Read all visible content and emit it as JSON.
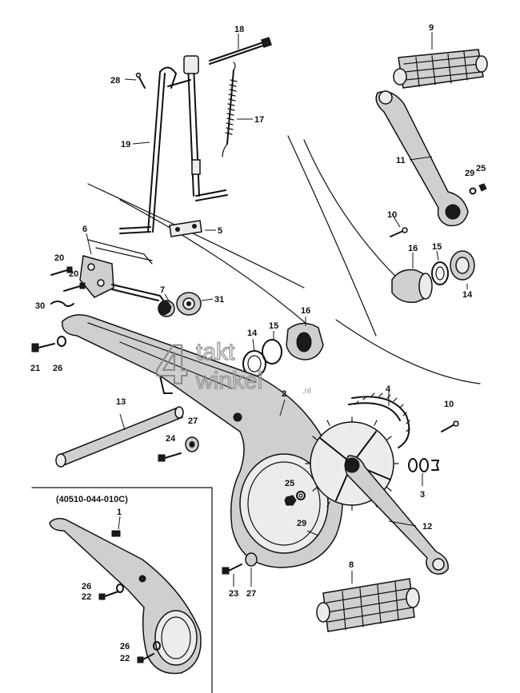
{
  "inset_part_number": "(40510-044-010C)",
  "watermark": {
    "digit": "4",
    "line1": "takt",
    "line2": "winkel",
    "suffix": ".nl"
  },
  "callouts": {
    "c18": "18",
    "c28": "28",
    "c19": "19",
    "c17": "17",
    "c5": "5",
    "c9": "9",
    "c11": "11",
    "c29": "29",
    "c25a": "25",
    "c10a": "10",
    "c16a": "16",
    "c15a": "15",
    "c14a": "14",
    "c6": "6",
    "c20a": "20",
    "c20b": "20",
    "c30": "30",
    "c7": "7",
    "c31": "31",
    "c14b": "14",
    "c15b": "15",
    "c16b": "16",
    "c21": "21",
    "c26a": "26",
    "c13": "13",
    "c27a": "27",
    "c24": "24",
    "c2": "2",
    "c4": "4",
    "c10b": "10",
    "c3": "3",
    "c25b": "25",
    "c29b": "29",
    "c12": "12",
    "c8": "8",
    "c23": "23",
    "c27b": "27",
    "c1": "1",
    "c26b": "26",
    "c22a": "22",
    "c26c": "26",
    "c22b": "22"
  }
}
